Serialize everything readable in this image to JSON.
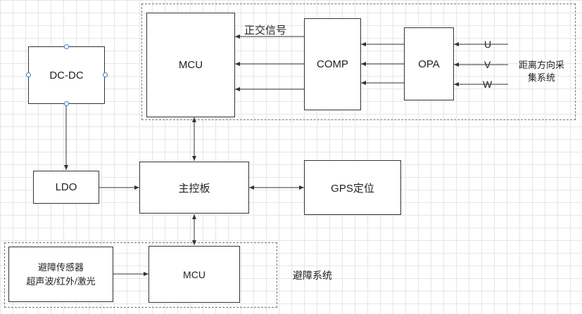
{
  "blocks": {
    "mcu_top": "MCU",
    "comp": "COMP",
    "opa": "OPA",
    "dcdc": "DC-DC",
    "ldo": "LDO",
    "main_board": "主控板",
    "gps": "GPS定位",
    "mcu_bottom": "MCU",
    "sensor_line1": "避障传感器",
    "sensor_line2": "超声波/红外/激光"
  },
  "labels": {
    "orthogonal_signal": "正交信号",
    "input_u": "U",
    "input_v": "V",
    "input_w": "W",
    "distance_system_line1": "距离方向采",
    "distance_system_line2": "集系统",
    "obstacle_system": "避障系统"
  },
  "colors": {
    "line": "#333333",
    "group_border": "#777777",
    "handle": "#3a7bd5"
  }
}
